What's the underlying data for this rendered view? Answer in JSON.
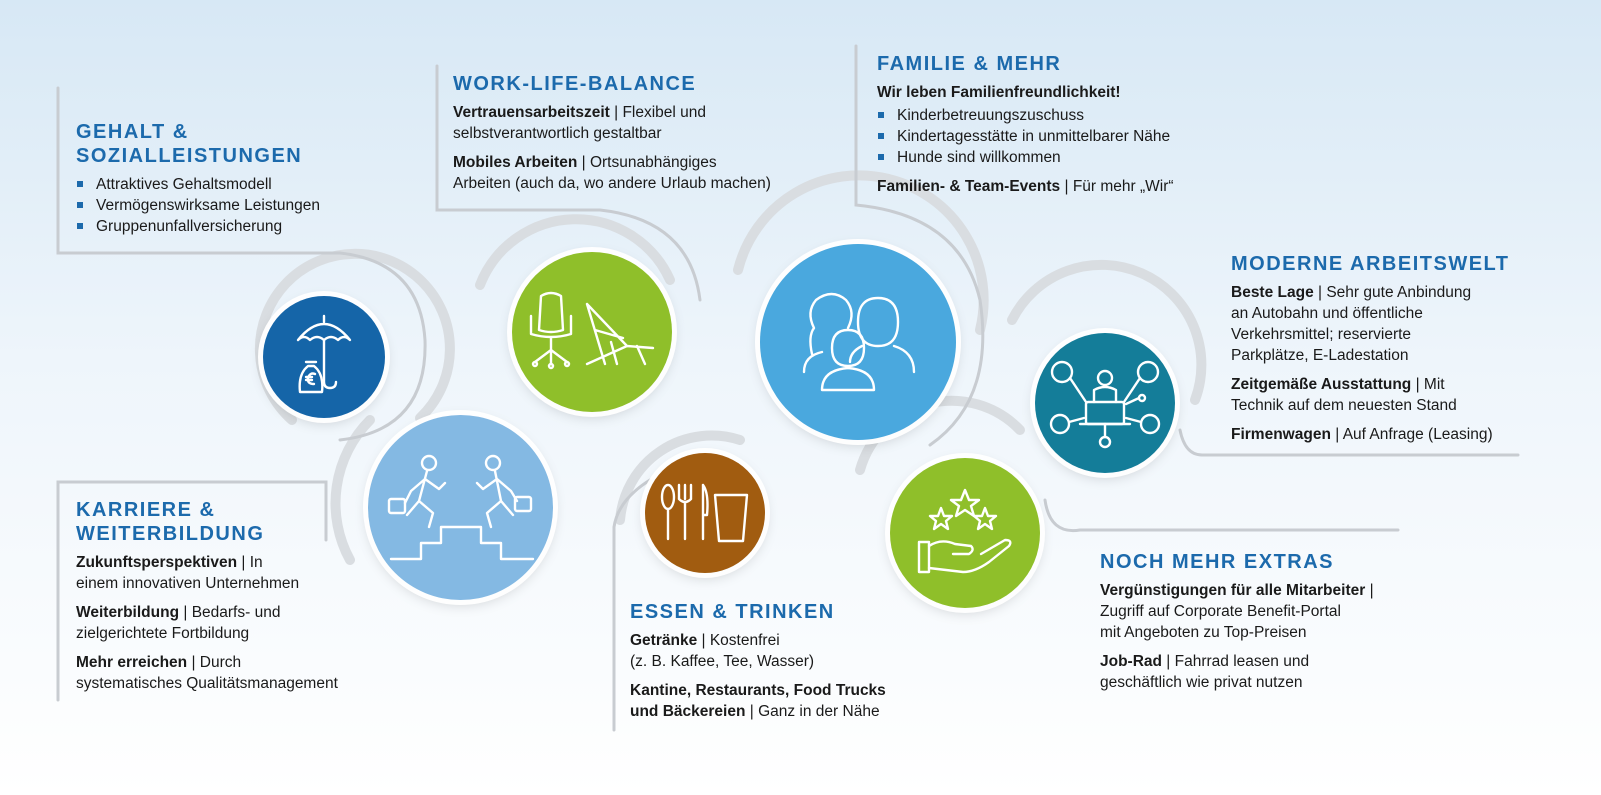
{
  "colors": {
    "heading": "#1c6aac",
    "dark_blue": "#1565a8",
    "light_blue": "#84b9e3",
    "sky_blue": "#4aa8de",
    "lime_green": "#8fbf2a",
    "brown": "#a15c10",
    "petrol": "#147d99",
    "line_grey": "#c8ccd1"
  },
  "icons": {
    "gehalt": "umbrella-money-bag-icon",
    "karriere": "people-climbing-stairs-icon",
    "worklife": "office-chair-beach-chair-icon",
    "essen": "cutlery-glass-icon",
    "familie": "family-group-icon",
    "arbeitswelt": "network-laptop-icon",
    "extras": "hand-stars-icon"
  },
  "gehalt": {
    "title_line1": "GEHALT &",
    "title_line2": "SOZIALLEISTUNGEN",
    "items": [
      "Attraktives Gehaltsmodell",
      "Vermögenswirksame Leistungen",
      "Gruppenunfallversicherung"
    ]
  },
  "worklife": {
    "title": "WORK-LIFE-BALANCE",
    "entries": [
      {
        "bold": "Vertrauensarbeitszeit",
        "sep": " | ",
        "line1": "Flexibel und",
        "line2": "selbstverantwortlich gestaltbar"
      },
      {
        "bold": "Mobiles Arbeiten",
        "sep": " | ",
        "line1": "Ortsunabhängiges",
        "line2": "Arbeiten (auch da, wo andere Urlaub machen)"
      }
    ]
  },
  "familie": {
    "title": "FAMILIE & MEHR",
    "intro": "Wir leben Familienfreundlichkeit!",
    "items": [
      "Kinderbetreuungszuschuss",
      "Kindertagesstätte in unmittelbarer Nähe",
      "Hunde sind willkommen"
    ],
    "entry": {
      "bold": "Familien- & Team-Events",
      "sep": " | ",
      "text": "Für mehr „Wir“"
    }
  },
  "arbeitswelt": {
    "title": "MODERNE ARBEITSWELT",
    "entries": [
      {
        "bold": "Beste Lage",
        "sep": " | ",
        "line1": "Sehr gute Anbindung",
        "line2": "an Autobahn und öffentliche",
        "line3": "Verkehrsmittel; reservierte",
        "line4": "Parkplätze, E-Ladestation"
      },
      {
        "bold": "Zeitgemäße Ausstattung",
        "sep": " | ",
        "line1": "Mit",
        "line2": "Technik auf dem neuesten Stand"
      },
      {
        "bold": "Firmenwagen",
        "sep": " | ",
        "line1": "Auf Anfrage (Leasing)"
      }
    ]
  },
  "karriere": {
    "title_line1": "KARRIERE &",
    "title_line2": "WEITERBILDUNG",
    "entries": [
      {
        "bold": "Zukunftsperspektiven",
        "sep": " | ",
        "line1": "In",
        "line2": "einem innovativen Unternehmen"
      },
      {
        "bold": "Weiterbildung",
        "sep": " | ",
        "line1": "Bedarfs- und",
        "line2": "zielgerichtete Fortbildung"
      },
      {
        "bold": "Mehr erreichen",
        "sep": " | ",
        "line1": "Durch",
        "line2": "systematisches Qualitätsmanagement"
      }
    ]
  },
  "essen": {
    "title": "ESSEN & TRINKEN",
    "entries": [
      {
        "bold": "Getränke",
        "sep": " | ",
        "line1": "Kostenfrei",
        "line2": "(z. B. Kaffee, Tee, Wasser)"
      },
      {
        "bold1": "Kantine, Restaurants, Food Trucks",
        "bold2": "und Bäckereien",
        "sep": " | ",
        "text": "Ganz in der Nähe"
      }
    ]
  },
  "extras": {
    "title": "NOCH MEHR EXTRAS",
    "entries": [
      {
        "bold": "Vergünstigungen für alle Mitarbeiter",
        "sep": " |",
        "line2": "Zugriff auf Corporate Benefit-Portal",
        "line3": "mit Angeboten zu Top-Preisen"
      },
      {
        "bold": "Job-Rad",
        "sep": " | ",
        "line1": "Fahrrad leasen und",
        "line2": "geschäftlich wie privat nutzen"
      }
    ]
  }
}
